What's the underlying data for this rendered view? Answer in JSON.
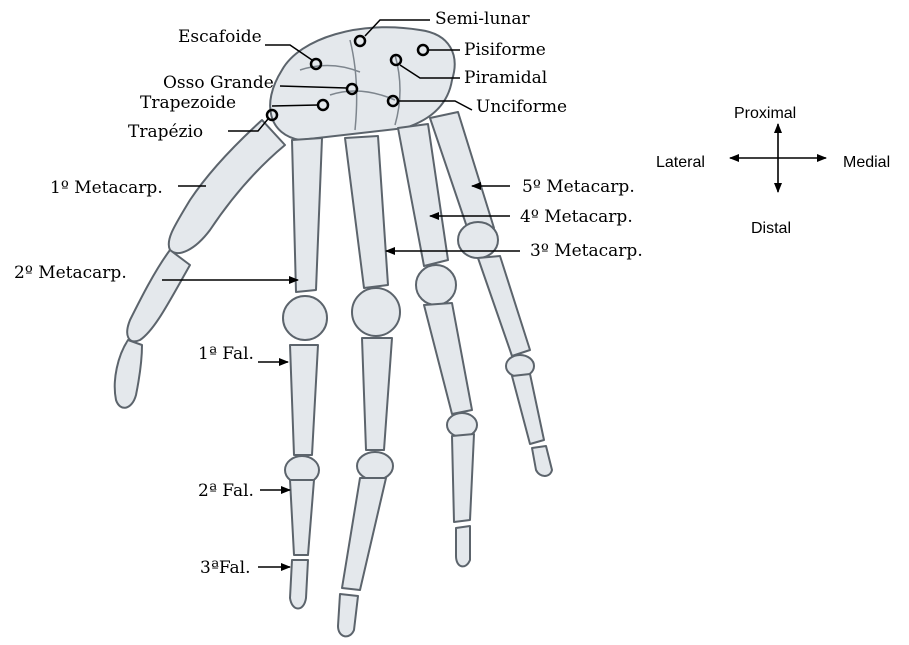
{
  "labels": {
    "semi_lunar": "Semi-lunar",
    "escafoide": "Escafoide",
    "pisiforme": "Pisiforme",
    "piramidal": "Piramidal",
    "osso_grande": "Osso Grande",
    "trapezoide": "Trapezoide",
    "unciforme": "Unciforme",
    "trapezio": "Trapézio",
    "metacarp_1": "1º Metacarp.",
    "metacarp_2": "2º Metacarp.",
    "metacarp_3": "3º Metacarp.",
    "metacarp_4": "4º Metacarp.",
    "metacarp_5": "5º Metacarp.",
    "fal_1": "1ª Fal.",
    "fal_2": "2ª Fal.",
    "fal_3": "3ªFal."
  },
  "compass": {
    "proximal": "Proximal",
    "distal": "Distal",
    "lateral": "Lateral",
    "medial": "Medial"
  },
  "colors": {
    "bone_fill": "#e4e8ec",
    "bone_shade": "#9aa2aa",
    "ink": "#000000"
  }
}
